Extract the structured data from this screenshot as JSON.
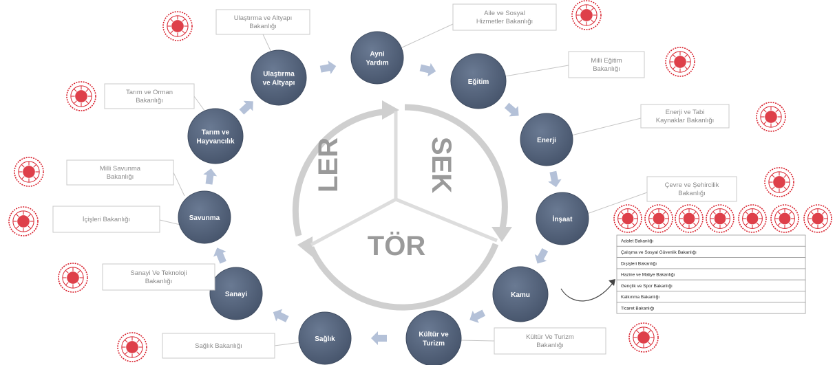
{
  "center": {
    "segments": [
      "LER",
      "SEK",
      "TÖR"
    ]
  },
  "nodes": [
    {
      "id": "ayni-yardim",
      "lines": [
        "Ayni",
        "Yardım"
      ],
      "ministry": [
        "Aile ve Sosyal",
        "Hizmetler Bakanlığı"
      ]
    },
    {
      "id": "egitim",
      "lines": [
        "Eğitim"
      ],
      "ministry": [
        "Milli Eğitim",
        "Bakanlığı"
      ]
    },
    {
      "id": "enerji",
      "lines": [
        "Enerji"
      ],
      "ministry": [
        "Enerji ve Tabi",
        "Kaynaklar Bakanlığı"
      ]
    },
    {
      "id": "insaat",
      "lines": [
        "İnşaat"
      ],
      "ministry": [
        "Çevre ve Şehircilik",
        "Bakanlığı"
      ]
    },
    {
      "id": "kamu",
      "lines": [
        "Kamu"
      ],
      "ministry": []
    },
    {
      "id": "kultur-turizm",
      "lines": [
        "Kültür ve",
        "Turizm"
      ],
      "ministry": [
        "Kültür Ve Turizm",
        "Bakanlığı"
      ]
    },
    {
      "id": "saglik",
      "lines": [
        "Sağlık"
      ],
      "ministry": [
        "Sağlık Bakanlığı"
      ]
    },
    {
      "id": "sanayi",
      "lines": [
        "Sanayi"
      ],
      "ministry": [
        "Sanayi Ve Teknoloji",
        "Bakanlığı"
      ]
    },
    {
      "id": "savunma",
      "lines": [
        "Savunma"
      ],
      "ministry": [
        "İçişleri Bakanlığı"
      ]
    },
    {
      "id": "savunma-2",
      "lines": [],
      "ministry": [
        "Milli Savunma",
        "Bakanlığı"
      ]
    },
    {
      "id": "tarim",
      "lines": [
        "Tarım ve",
        "Hayvancılık"
      ],
      "ministry": [
        "Tarım ve Orman",
        "Bakanlığı"
      ]
    },
    {
      "id": "ulastirma",
      "lines": [
        "Ulaştırma",
        "ve Altyapı"
      ],
      "ministry": [
        "Ulaştırma ve Altyapı",
        "Bakanlığı"
      ]
    }
  ],
  "kamu_ministries": [
    "Adalet Bakanlığı",
    "Çalışma ve Sosyal Güvenlik Bakanlığı",
    "Dışişleri Bakanlığı",
    "Hazine ve Maliye Bakanlığı",
    "Gençlik ve Spor Bakanlığı",
    "Kalkınma Bakanlığı",
    "Ticaret Bakanlığı"
  ],
  "colors": {
    "node": "#53627a",
    "arrow": "#b4c1d8",
    "ring": "#cfcfcf",
    "logo": "#d81e2a",
    "box_border": "#c8c8c8"
  }
}
